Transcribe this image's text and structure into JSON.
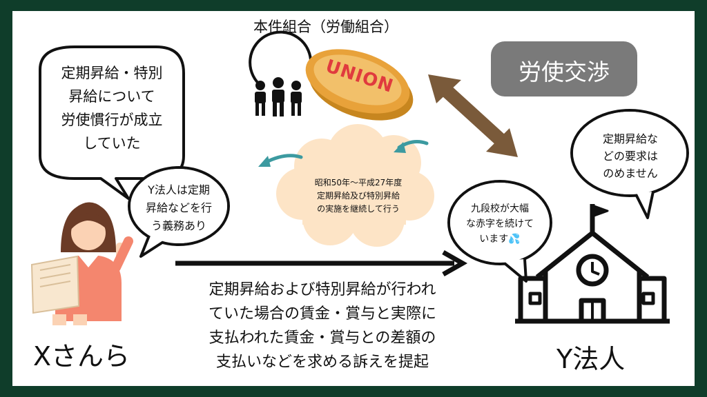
{
  "union_label": "本件組合（労働組合）",
  "union_sign_text": "UNION",
  "negotiation_label": "労使交渉",
  "x_bubble": [
    "定期昇給・特別",
    "昇給について",
    "労使慣行が成立",
    "していた"
  ],
  "x_duty_bubble": [
    "Y法人は定期",
    "昇給などを行",
    "う義務あり"
  ],
  "cloud_text": [
    "昭和50年～平成27年度",
    "定期昇給及び特別昇給",
    "の実施を継続して行う"
  ],
  "y_demand_bubble": [
    "定期昇給な",
    "どの要求は",
    "のめません"
  ],
  "y_deficit_bubble": [
    "九段校が大幅",
    "な赤字を続けて",
    "います💦"
  ],
  "claim_text": [
    "定期昇給および特別昇給が行われ",
    "ていた場合の賃金・賞与と実際に",
    "支払われた賃金・賞与との差額の",
    "支払いなどを求める訴えを提起"
  ],
  "plaintiff_label": "Xさんら",
  "defendant_label": "Y法人",
  "colors": {
    "frame": "#0f3d2a",
    "negotiation_box": "#7a7a7a",
    "double_arrow": "#7a5a3a",
    "cloud": "#fde4c6",
    "teal_arrow": "#3c9aa0",
    "union_red": "#e03a3e",
    "union_gold": "#e8a23a",
    "person_shirt": "#f4866e"
  }
}
